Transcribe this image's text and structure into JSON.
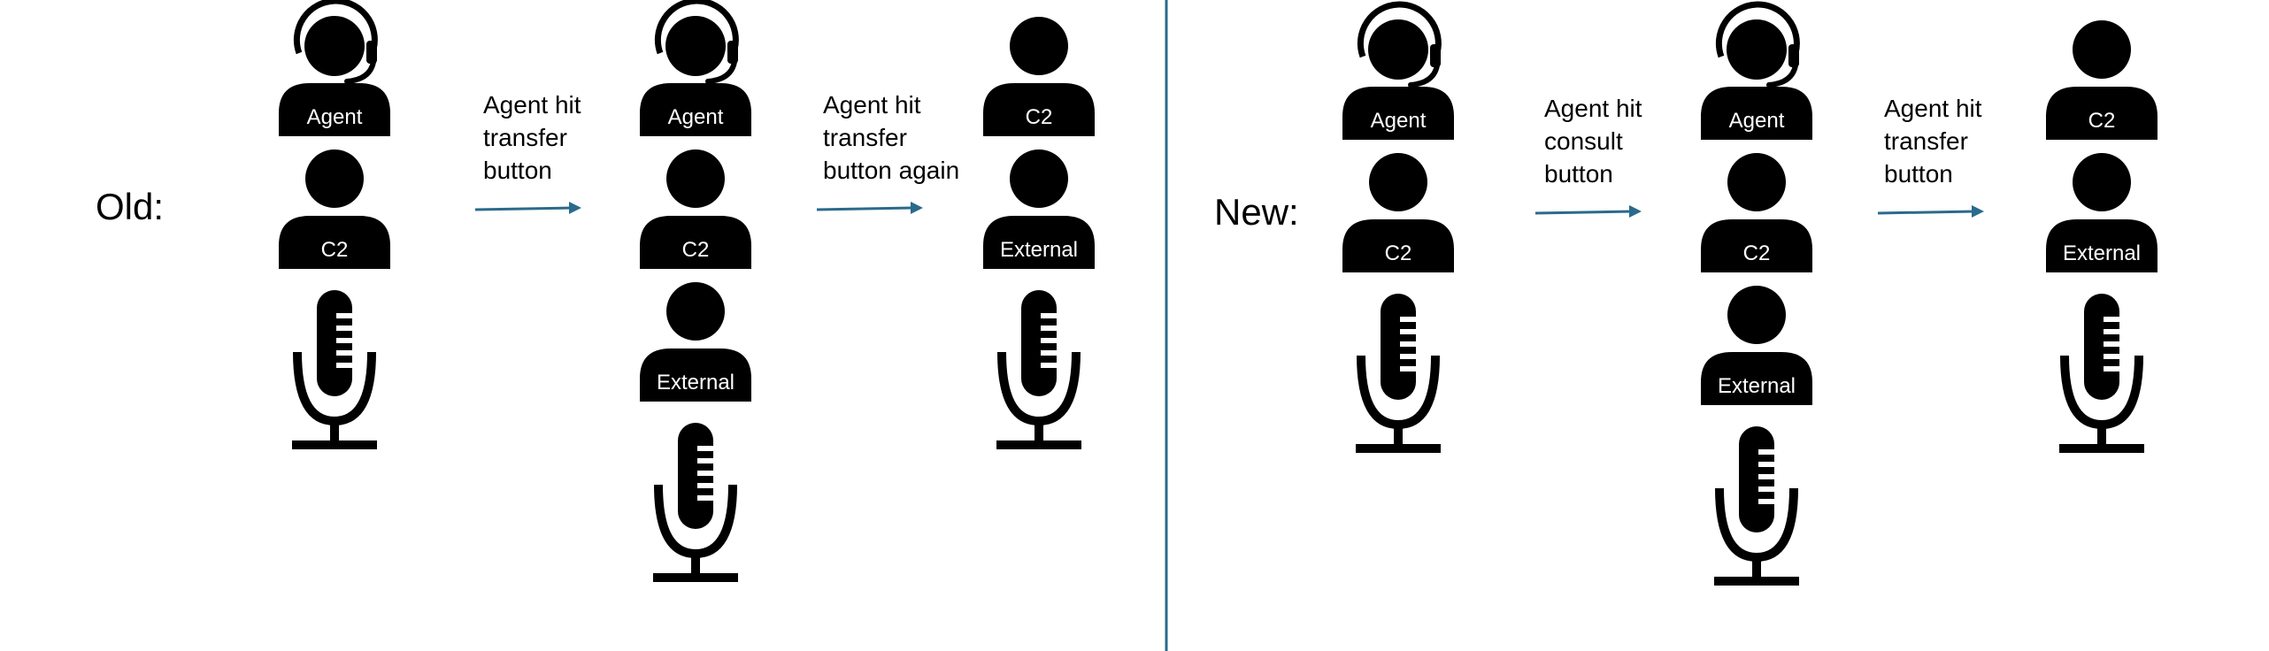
{
  "sections": [
    {
      "label": "Old:",
      "steps": [
        "Agent hit\ntransfer\nbutton",
        "Agent hit\ntransfer\nbutton again"
      ],
      "columns": [
        {
          "participants": [
            "Agent",
            "C2"
          ],
          "mic": true
        },
        {
          "participants": [
            "Agent",
            "C2",
            "External"
          ],
          "mic": true
        },
        {
          "participants": [
            "C2",
            "External"
          ],
          "mic": true
        }
      ]
    },
    {
      "label": "New:",
      "steps": [
        "Agent hit\nconsult\nbutton",
        "Agent hit\ntransfer\nbutton"
      ],
      "columns": [
        {
          "participants": [
            "Agent",
            "C2"
          ],
          "mic": true
        },
        {
          "participants": [
            "Agent",
            "C2",
            "External"
          ],
          "mic": true
        },
        {
          "participants": [
            "C2",
            "External"
          ],
          "mic": true
        }
      ]
    }
  ],
  "icons": {
    "agent": "headset-person-icon",
    "participant": "person-icon",
    "mic": "microphone-icon",
    "arrow": "arrow-right-icon"
  },
  "colors": {
    "arrow": "#2a6a8c",
    "divider": "#2a6a8c",
    "icon": "#000000",
    "badge_text": "#ffffff"
  }
}
